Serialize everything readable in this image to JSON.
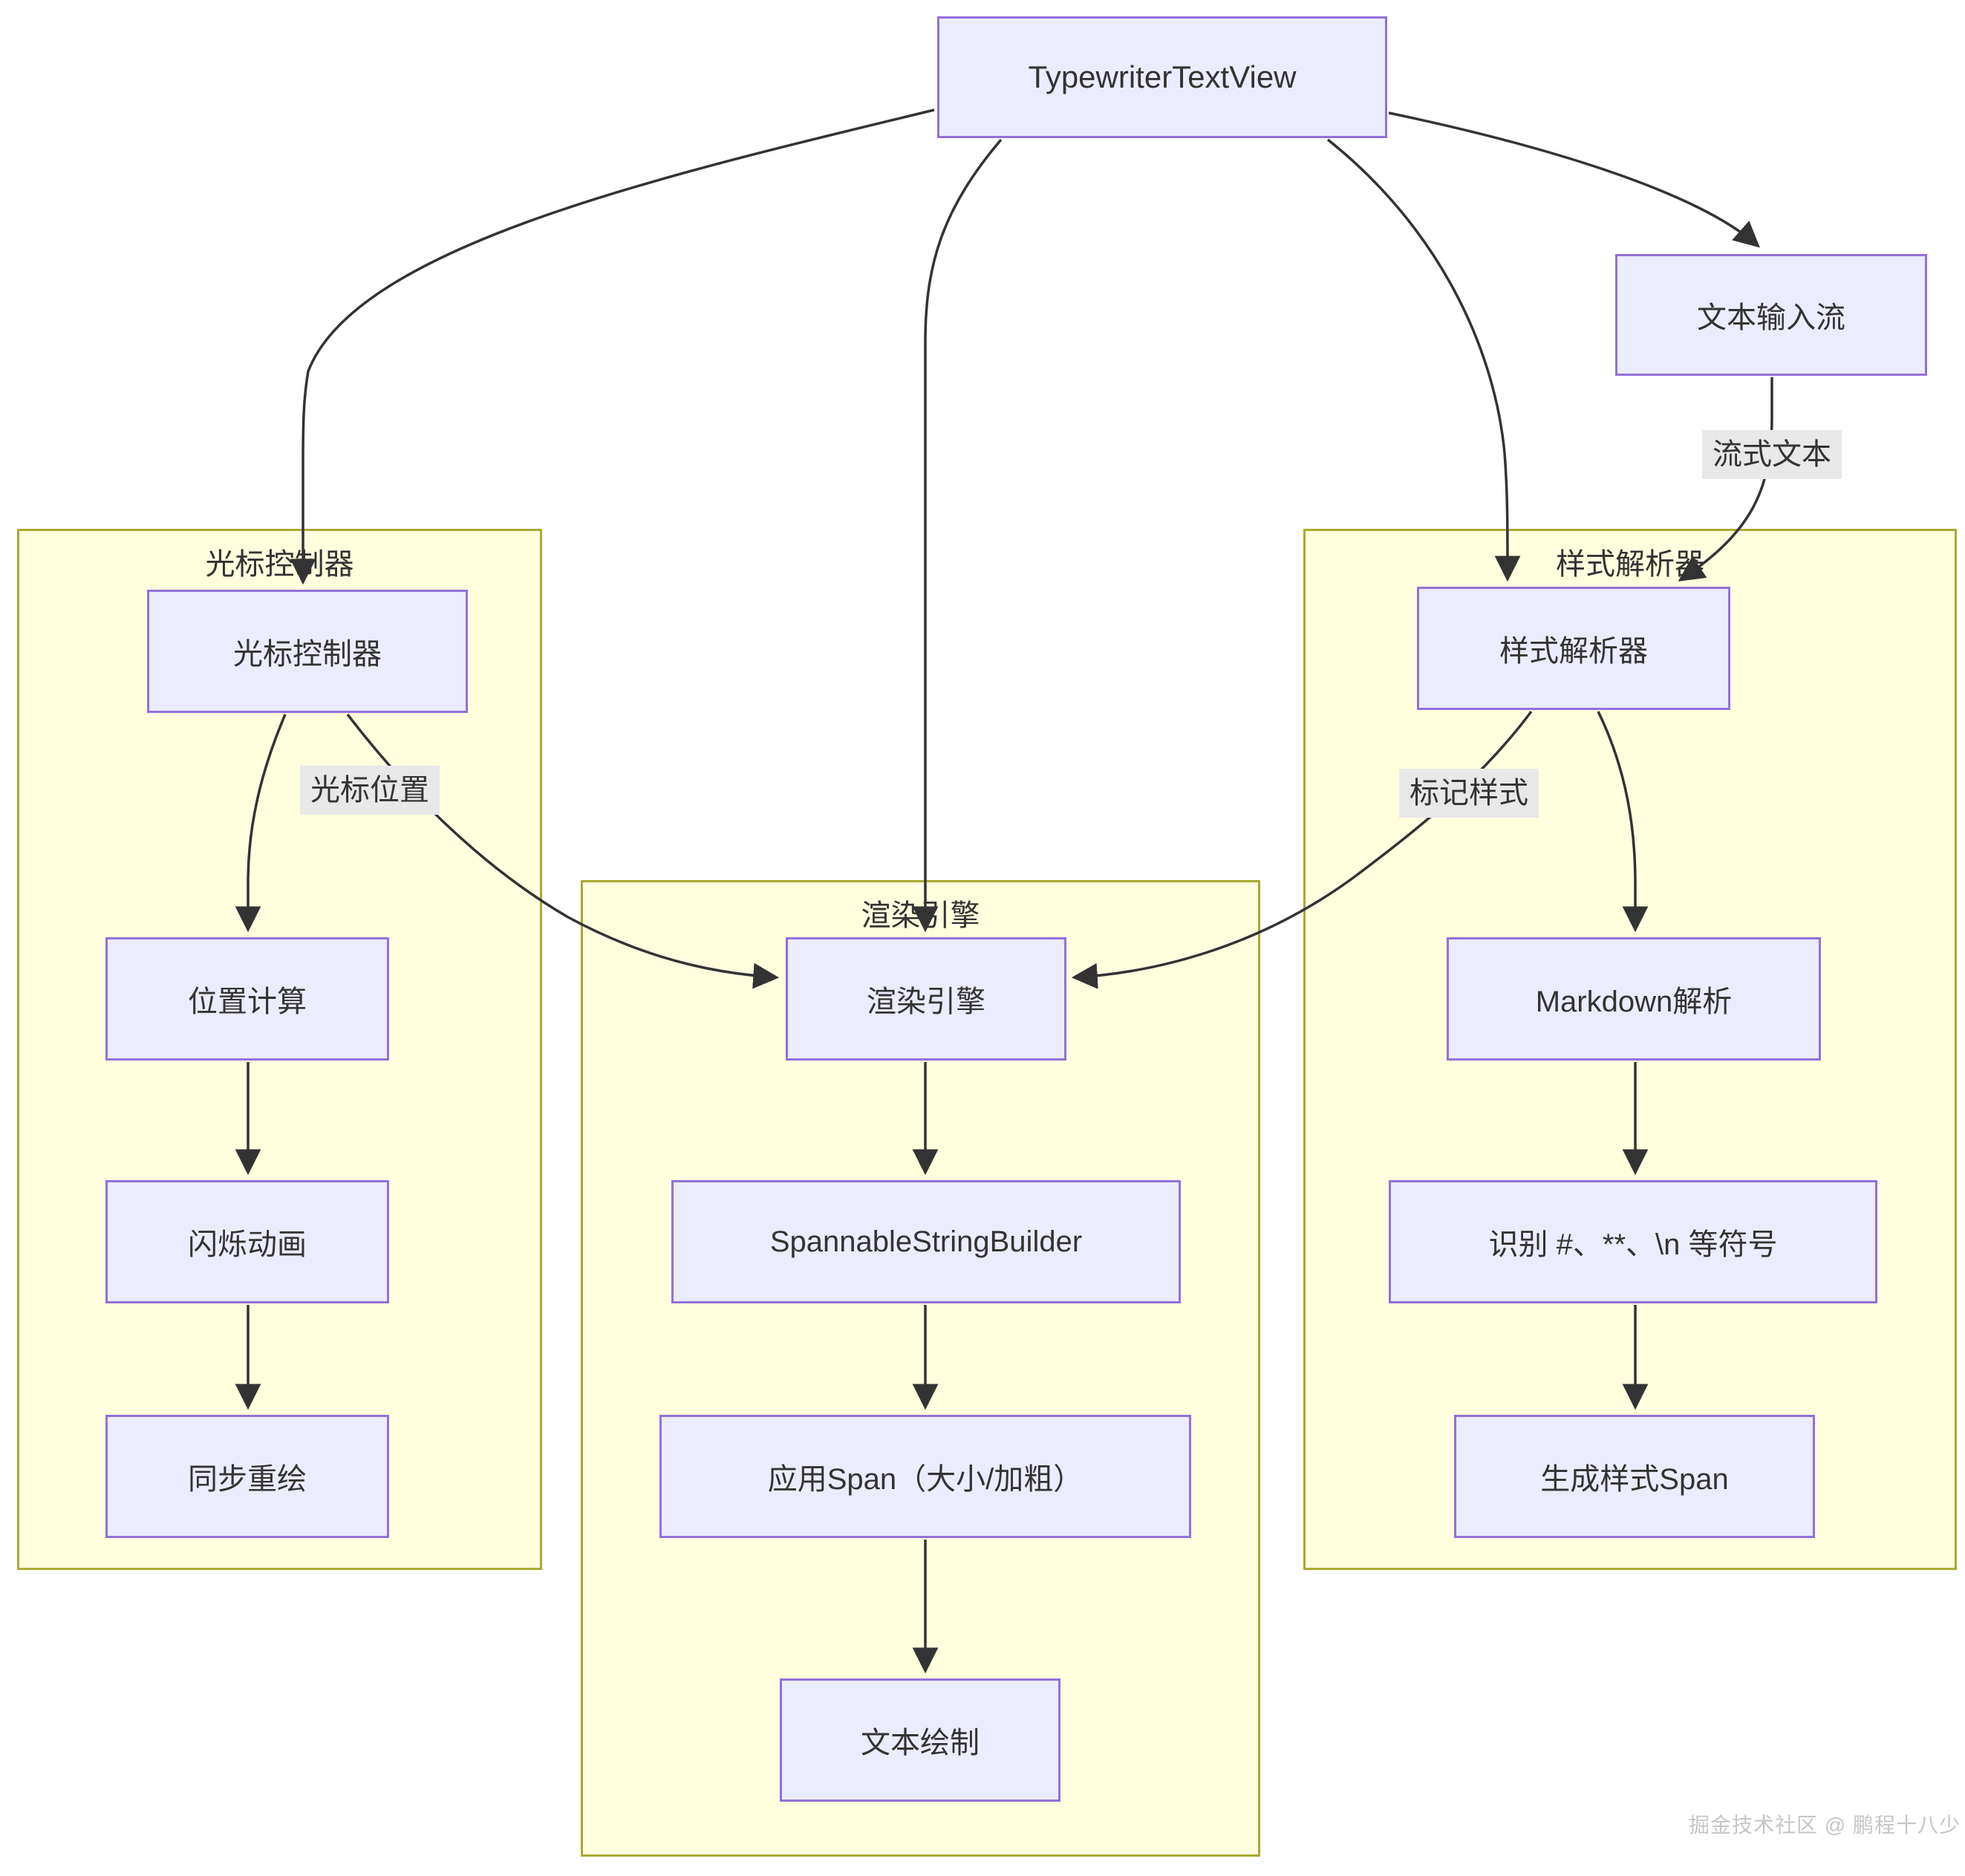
{
  "diagram": {
    "type": "flowchart",
    "nodes": {
      "typewriter": {
        "label": "TypewriterTextView"
      },
      "input_stream": {
        "label": "文本输入流"
      },
      "cursor_ctrl": {
        "label": "光标控制器"
      },
      "pos_calc": {
        "label": "位置计算"
      },
      "blink_anim": {
        "label": "闪烁动画"
      },
      "sync_redraw": {
        "label": "同步重绘"
      },
      "render_engine": {
        "label": "渲染引擎"
      },
      "spannable": {
        "label": "SpannableStringBuilder"
      },
      "apply_span": {
        "label": "应用Span（大小/加粗）"
      },
      "text_draw": {
        "label": "文本绘制"
      },
      "style_parser": {
        "label": "样式解析器"
      },
      "markdown_parse": {
        "label": "Markdown解析"
      },
      "recognize": {
        "label": "识别 #、**、\\n 等符号"
      },
      "gen_span": {
        "label": "生成样式Span"
      }
    },
    "subgraphs": {
      "cursor": {
        "title": "光标控制器"
      },
      "render": {
        "title": "渲染引擎"
      },
      "style": {
        "title": "样式解析器"
      }
    },
    "edge_labels": {
      "stream_text": "流式文本",
      "cursor_pos": "光标位置",
      "mark_style": "标记样式"
    },
    "edges": [
      {
        "from": "TypewriterTextView",
        "to": "光标控制器",
        "label": ""
      },
      {
        "from": "TypewriterTextView",
        "to": "渲染引擎",
        "label": ""
      },
      {
        "from": "TypewriterTextView",
        "to": "样式解析器",
        "label": ""
      },
      {
        "from": "TypewriterTextView",
        "to": "文本输入流",
        "label": ""
      },
      {
        "from": "文本输入流",
        "to": "样式解析器",
        "label": "流式文本"
      },
      {
        "from": "光标控制器",
        "to": "位置计算",
        "label": ""
      },
      {
        "from": "光标控制器",
        "to": "渲染引擎",
        "label": "光标位置"
      },
      {
        "from": "位置计算",
        "to": "闪烁动画",
        "label": ""
      },
      {
        "from": "闪烁动画",
        "to": "同步重绘",
        "label": ""
      },
      {
        "from": "样式解析器",
        "to": "Markdown解析",
        "label": ""
      },
      {
        "from": "样式解析器",
        "to": "渲染引擎",
        "label": "标记样式"
      },
      {
        "from": "Markdown解析",
        "to": "识别 #、**、\\n 等符号",
        "label": ""
      },
      {
        "from": "识别 #、**、\\n 等符号",
        "to": "生成样式Span",
        "label": ""
      },
      {
        "from": "渲染引擎",
        "to": "SpannableStringBuilder",
        "label": ""
      },
      {
        "from": "SpannableStringBuilder",
        "to": "应用Span（大小/加粗）",
        "label": ""
      },
      {
        "from": "应用Span（大小/加粗）",
        "to": "文本绘制",
        "label": ""
      }
    ],
    "watermark": "掘金技术社区 @ 鹏程十八少"
  },
  "colors": {
    "node_fill": "#ECECFF",
    "node_border": "#9370DB",
    "subgraph_fill": "#FFFFDE",
    "subgraph_border": "#AAAA33",
    "edge_color": "#333333",
    "edge_label_bg": "#e8e8e8",
    "text_color": "#333333",
    "watermark_color": "#c9c5c5",
    "canvas_bg": "#ffffff"
  }
}
